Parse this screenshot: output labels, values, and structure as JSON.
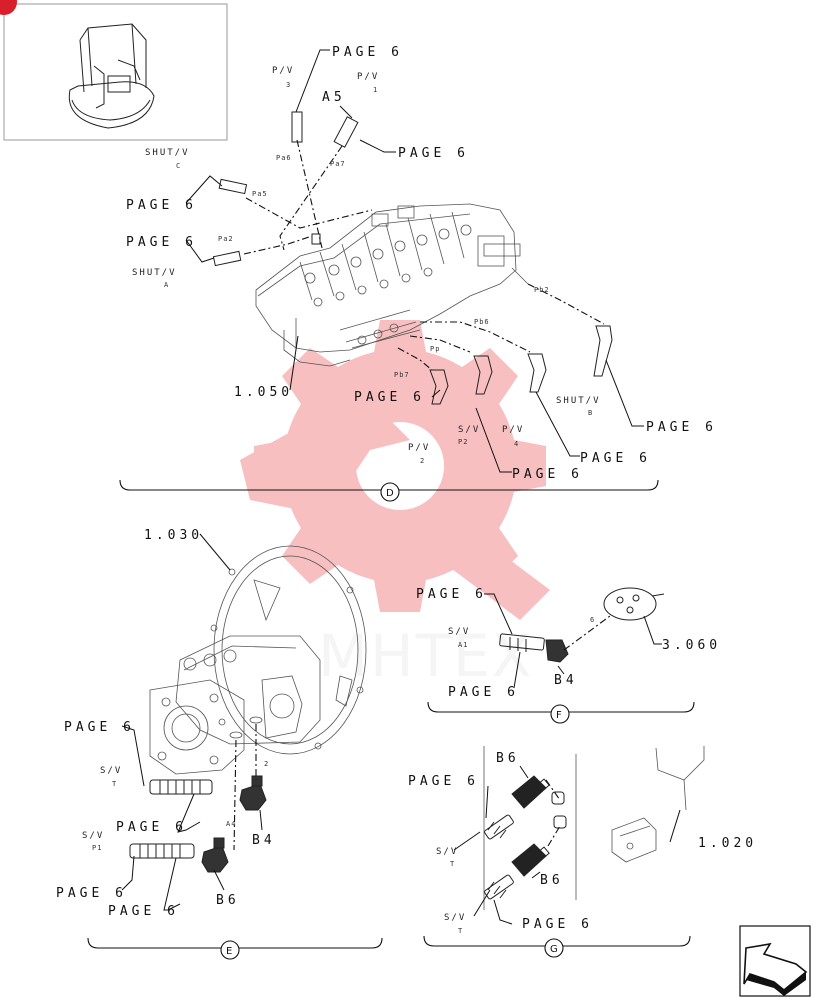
{
  "colors": {
    "ink": "#111111",
    "watermark_red": "#e83a3a",
    "badge_red": "#d8202c"
  },
  "icons": {
    "logo": "gear-hand-logo-icon",
    "nav": "return-arrow-icon"
  },
  "watermark": {
    "text": "MHTEX"
  },
  "section_d": {
    "id": "D",
    "labels": {
      "page6_top": "PAGE 6",
      "pv3_a": "P/V",
      "pv3_b": "3",
      "a5": "A5",
      "pv1_a": "P/V",
      "pv1_b": "1",
      "page6_right_top": "PAGE 6",
      "pa6": "Pa6",
      "pa7": "Pa7",
      "shutv_c_a": "SHUT/V",
      "shutv_c_b": "C",
      "pa5": "Pa5",
      "page6_left_1": "PAGE 6",
      "page6_left_2": "PAGE 6",
      "pa2": "Pa2",
      "shutv_a_a": "SHUT/V",
      "shutv_a_b": "A",
      "pb2": "Pb2",
      "pb6": "Pb6",
      "pp": "Pp",
      "pb7": "Pb7",
      "ref_1050": "1.050",
      "page6_mid": "PAGE 6",
      "pv2_a": "P/V",
      "pv2_b": "2",
      "sv_p2_a": "S/V",
      "sv_p2_b": "P2",
      "pv4_a": "P/V",
      "pv4_b": "4",
      "shutv_b_a": "SHUT/V",
      "shutv_b_b": "B",
      "page6_right": "PAGE 6",
      "page6_r2": "PAGE 6",
      "page6_r3": "PAGE 6"
    }
  },
  "section_e": {
    "id": "E",
    "labels": {
      "ref_1030": "1.030",
      "page6_1": "PAGE 6",
      "sv_t_a": "S/V",
      "sv_t_b": "T",
      "page6_2": "PAGE 6",
      "a4": "A4",
      "n2": "2",
      "b4": "B4",
      "sv_p1_a": "S/V",
      "sv_p1_b": "P1",
      "page6_3": "PAGE 6",
      "page6_4": "PAGE 6",
      "b6": "B6"
    }
  },
  "section_f": {
    "id": "F",
    "labels": {
      "page6_1": "PAGE 6",
      "sv_a1_a": "S/V",
      "sv_a1_b": "A1",
      "n6": "6",
      "ref_3060": "3.060",
      "b4": "B4",
      "page6_2": "PAGE 6"
    }
  },
  "section_g": {
    "id": "G",
    "labels": {
      "b6_top": "B6",
      "page6_1": "PAGE 6",
      "ref_1020": "1.020",
      "sv_t1_a": "S/V",
      "sv_t1_b": "T",
      "b6_bottom": "B6",
      "sv_t2_a": "S/V",
      "sv_t2_b": "T",
      "page6_2": "PAGE 6"
    }
  }
}
